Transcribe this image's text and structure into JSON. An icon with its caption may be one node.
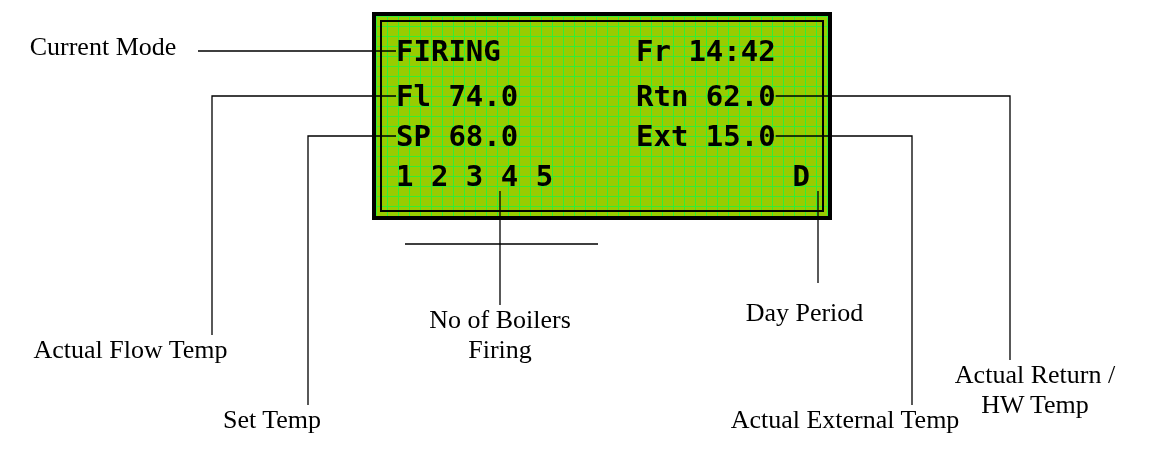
{
  "diagram": {
    "nodes": [
      {
        "text": [],
        "shape": "box"
      },
      {
        "text": [
          "FIRING"
        ],
        "in": 0
      },
      {
        "text": [
          "Fr 14:42"
        ],
        "in": 0
      },
      {
        "text": [
          "Fl 74.0"
        ],
        "in": 0
      },
      {
        "text": [
          "Rtn 62.0"
        ],
        "in": 0
      },
      {
        "text": [
          "SP 68.0"
        ],
        "in": 0
      },
      {
        "text": [
          "Ext 15.0"
        ],
        "in": 0
      },
      {
        "text": [
          "1 2 3 4 5"
        ],
        "in": 0
      },
      {
        "text": [
          "D"
        ],
        "in": 0
      },
      {
        "text": [
          "Current Mode"
        ]
      },
      {
        "text": [
          "Actual Flow Temp"
        ]
      },
      {
        "text": [
          "Set Temp"
        ]
      },
      {
        "text": [
          "No of Boilers Firing"
        ]
      },
      {
        "text": [
          "Day Period"
        ]
      },
      {
        "text": [
          "Actual Return / HW Temp"
        ]
      },
      {
        "text": [
          "Actual External Temp"
        ]
      }
    ],
    "edges": [
      {
        "from": 9,
        "to": 1,
        "arrow": "none"
      },
      {
        "from": 10,
        "to": 3,
        "arrow": "none"
      },
      {
        "from": 11,
        "to": 5,
        "arrow": "none"
      },
      {
        "from": 12,
        "to": 7,
        "arrow": "none"
      },
      {
        "from": 13,
        "to": 8,
        "arrow": "none"
      },
      {
        "from": 14,
        "to": 4,
        "arrow": "none"
      },
      {
        "from": 15,
        "to": 6,
        "arrow": "none"
      }
    ]
  }
}
